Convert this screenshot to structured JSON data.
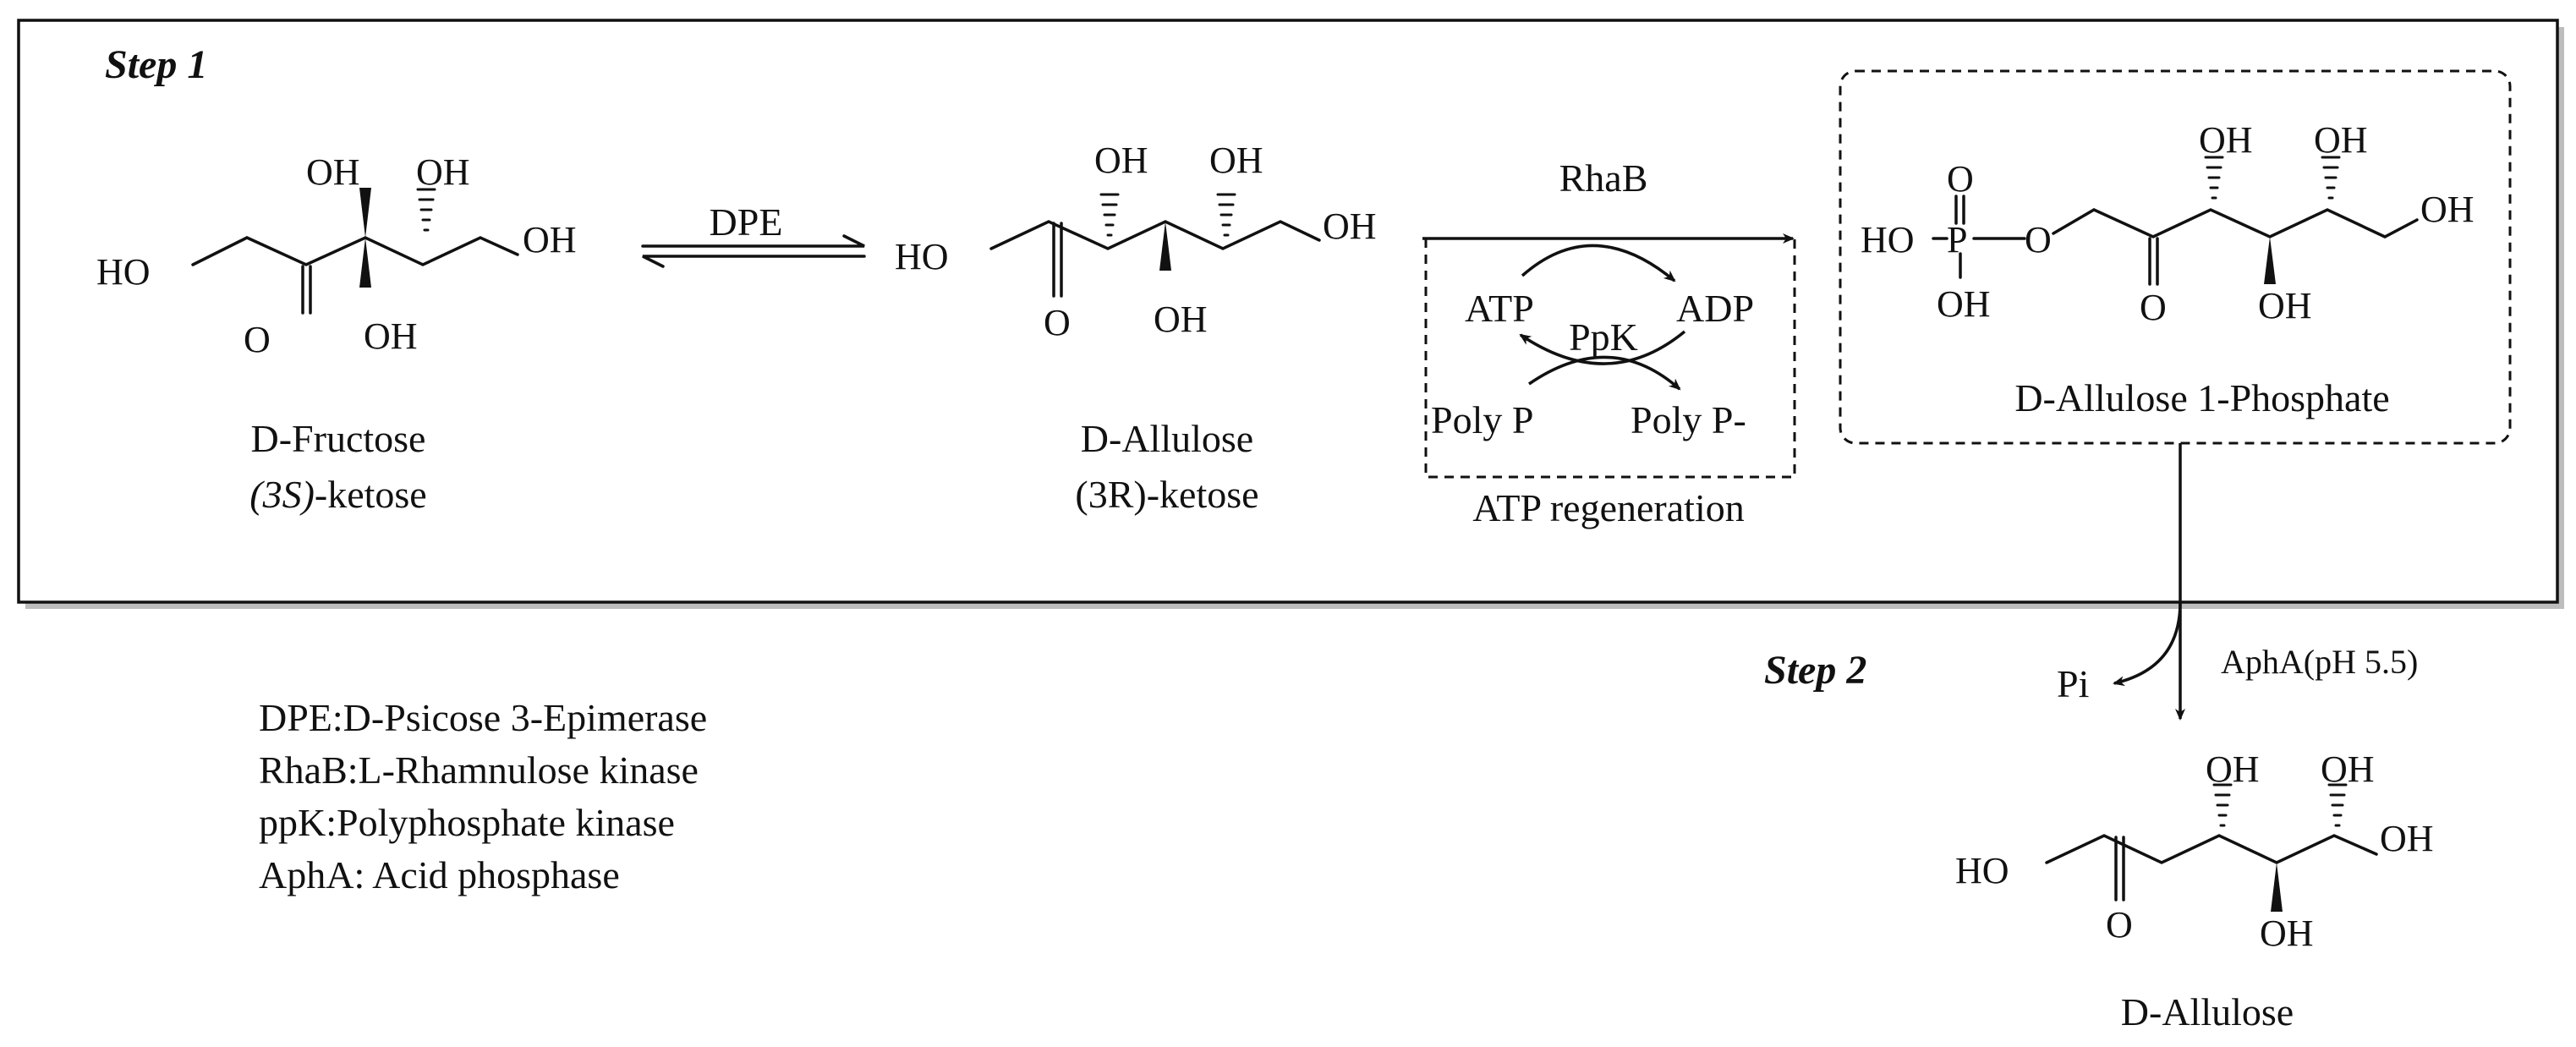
{
  "step1_label": "Step 1",
  "step2_label": "Step 2",
  "enzymes": {
    "dpe": "DPE",
    "rhab": "RhaB",
    "ppk": "PpK",
    "apha": "AphA(pH 5.5)"
  },
  "cofactors": {
    "atp": "ATP",
    "adp": "ADP",
    "polyp": "Poly P",
    "polyp_minus": "Poly P-",
    "pi": "Pi",
    "atp_regen": "ATP  regeneration"
  },
  "atoms": {
    "oh": "OH",
    "ho": "HO",
    "o": "O",
    "p": "P",
    "ho_p": "HO–P–O"
  },
  "compounds": {
    "fructose_name": "D-Fructose",
    "fructose_config_italic": "(3S)",
    "fructose_config_rest": "-ketose",
    "allulose_name": "D-Allulose",
    "allulose_config": "(3R)-ketose",
    "phosphate_name": "D-Allulose 1-Phosphate",
    "product_name": "D-Allulose"
  },
  "legend": [
    "DPE:D-Psicose 3-Epimerase",
    "RhaB:L-Rhamnulose kinase",
    "ppK:Polyphosphate kinase",
    "AphA: Acid phosphase"
  ]
}
